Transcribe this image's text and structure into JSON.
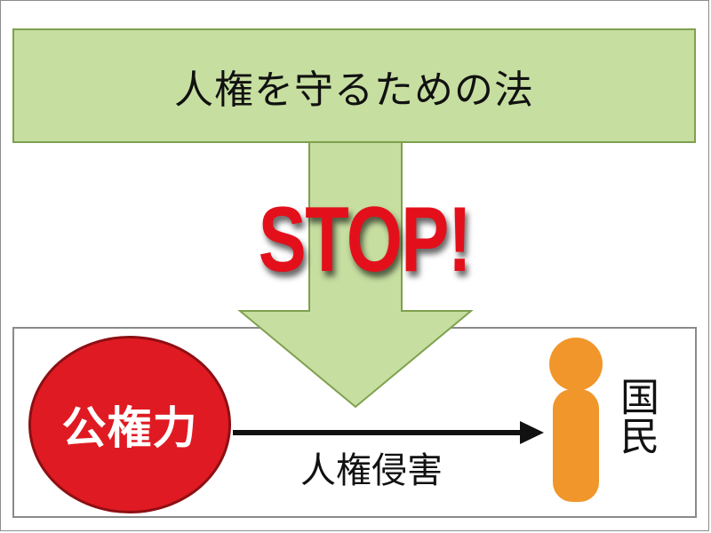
{
  "top_box": {
    "label": "人権を守るための法"
  },
  "stop_text": "STOP!",
  "power": {
    "label": "公権力"
  },
  "arrow": {
    "caption": "人権侵害"
  },
  "people": {
    "label": "国民"
  },
  "colors": {
    "green_fill": "#c6dea0",
    "green_border": "#7fa14e",
    "red": "#e01a22",
    "orange_person": "#f0962a"
  }
}
